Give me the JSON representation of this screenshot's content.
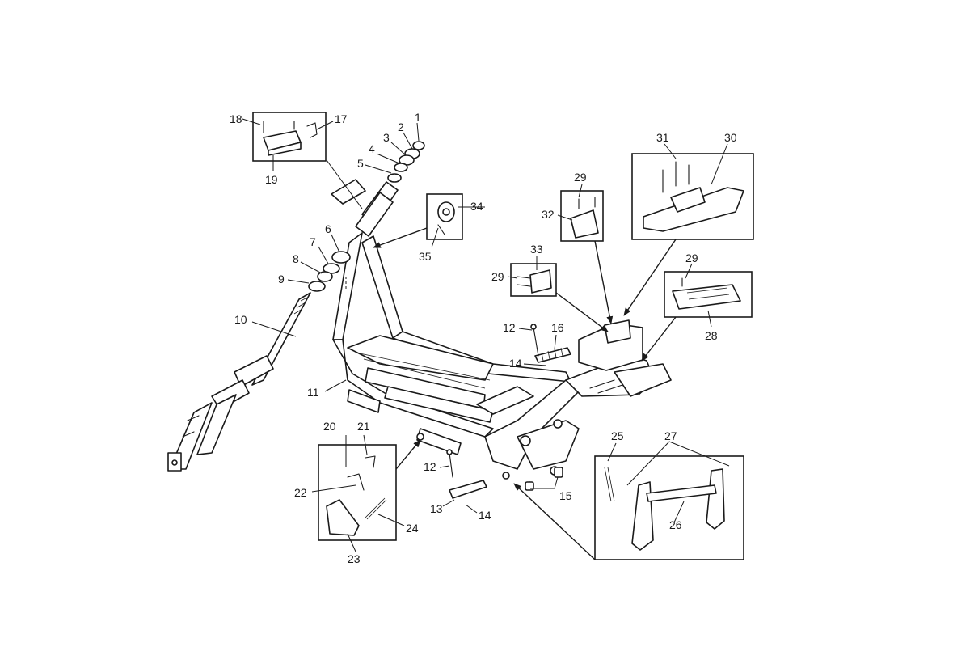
{
  "callouts": {
    "c1": "1",
    "c2": "2",
    "c3": "3",
    "c4": "4",
    "c5": "5",
    "c6": "6",
    "c7": "7",
    "c8": "8",
    "c9": "9",
    "c10": "10",
    "c11": "11",
    "c12a": "12",
    "c12b": "12",
    "c13": "13",
    "c14a": "14",
    "c14b": "14",
    "c15": "15",
    "c16": "16",
    "c17": "17",
    "c18": "18",
    "c19": "19",
    "c20": "20",
    "c21": "21",
    "c22": "22",
    "c23": "23",
    "c24": "24",
    "c25": "25",
    "c26": "26",
    "c27": "27",
    "c28": "28",
    "c29a": "29",
    "c29b": "29",
    "c29c": "29",
    "c30": "30",
    "c31": "31",
    "c32": "32",
    "c33": "33",
    "c34": "34",
    "c35": "35"
  },
  "colors": {
    "line": "#1a1a1a",
    "background": "#ffffff"
  }
}
